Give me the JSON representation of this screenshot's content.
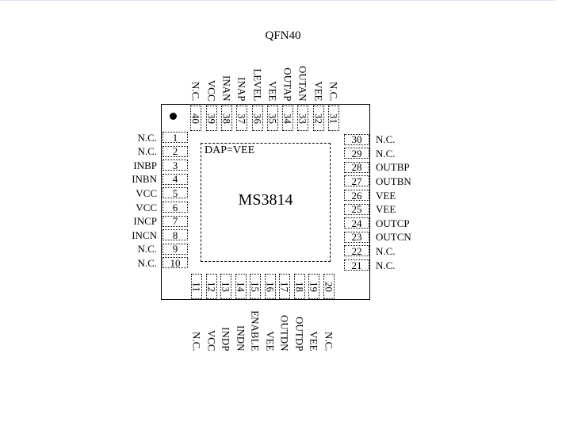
{
  "package_name": "QFN40",
  "dap_label": "DAP=VEE",
  "chip_name": "MS3814",
  "pins": {
    "left": [
      {
        "n": "1",
        "label": "N.C."
      },
      {
        "n": "2",
        "label": "N.C."
      },
      {
        "n": "3",
        "label": "INBP"
      },
      {
        "n": "4",
        "label": "INBN"
      },
      {
        "n": "5",
        "label": "VCC"
      },
      {
        "n": "6",
        "label": "VCC"
      },
      {
        "n": "7",
        "label": "INCP"
      },
      {
        "n": "8",
        "label": "INCN"
      },
      {
        "n": "9",
        "label": "N.C."
      },
      {
        "n": "10",
        "label": "N.C."
      }
    ],
    "bottom": [
      {
        "n": "11",
        "label": "N.C."
      },
      {
        "n": "12",
        "label": "VCC"
      },
      {
        "n": "13",
        "label": "INDP"
      },
      {
        "n": "14",
        "label": "INDN"
      },
      {
        "n": "15",
        "label": "ENABLE"
      },
      {
        "n": "16",
        "label": "VEE"
      },
      {
        "n": "17",
        "label": "OUTDN"
      },
      {
        "n": "18",
        "label": "OUTDP"
      },
      {
        "n": "19",
        "label": "VEE"
      },
      {
        "n": "20",
        "label": "N.C."
      }
    ],
    "right": [
      {
        "n": "21",
        "label": "N.C."
      },
      {
        "n": "22",
        "label": "N.C."
      },
      {
        "n": "23",
        "label": "OUTCN"
      },
      {
        "n": "24",
        "label": "OUTCP"
      },
      {
        "n": "25",
        "label": "VEE"
      },
      {
        "n": "26",
        "label": "VEE"
      },
      {
        "n": "27",
        "label": "OUTBN"
      },
      {
        "n": "28",
        "label": "OUTBP"
      },
      {
        "n": "29",
        "label": "N.C."
      },
      {
        "n": "30",
        "label": "N.C."
      }
    ],
    "top": [
      {
        "n": "31",
        "label": "N.C."
      },
      {
        "n": "32",
        "label": "VEE"
      },
      {
        "n": "33",
        "label": "OUTAN"
      },
      {
        "n": "34",
        "label": "OUTAP"
      },
      {
        "n": "35",
        "label": "VEE"
      },
      {
        "n": "36",
        "label": "LEVEL"
      },
      {
        "n": "37",
        "label": "INAP"
      },
      {
        "n": "38",
        "label": "INAN"
      },
      {
        "n": "39",
        "label": "VCC"
      },
      {
        "n": "40",
        "label": "N.C."
      }
    ]
  }
}
